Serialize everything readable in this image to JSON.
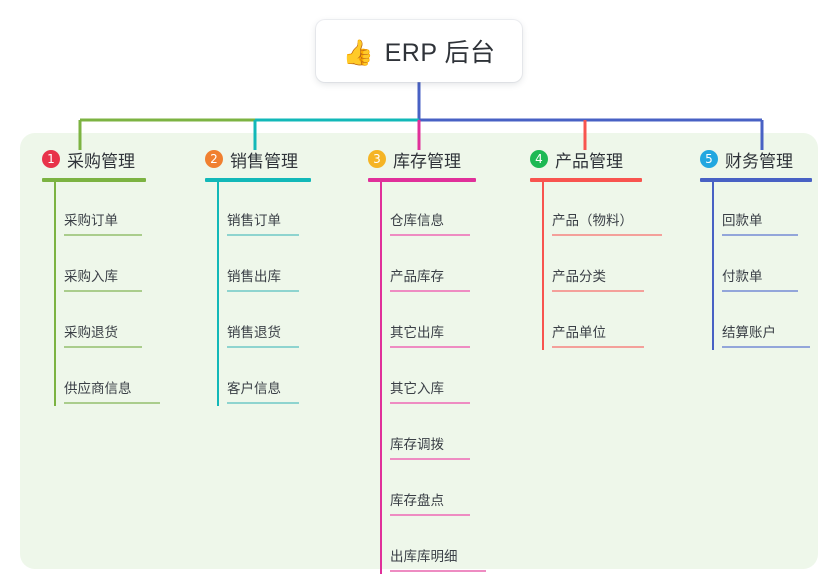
{
  "diagram": {
    "type": "tree-mindmap",
    "root": {
      "icon": "thumbs-up-icon",
      "emoji": "👍",
      "title": "ERP 后台"
    },
    "palette": {
      "canvas_bg": "#ffffff",
      "panel_bg": "#eef7ea",
      "root_bg": "#ffffff",
      "text": "#2f3339",
      "trunk": "#4861c4"
    },
    "branches": [
      {
        "number": "1",
        "title": "采购管理",
        "badge_color": "#e8334a",
        "line_color": "#7cb342",
        "leaf_line_color": "#aacd8c",
        "items": [
          "采购订单",
          "采购入库",
          "采购退货",
          "供应商信息"
        ]
      },
      {
        "number": "2",
        "title": "销售管理",
        "badge_color": "#f08030",
        "line_color": "#12b8b8",
        "leaf_line_color": "#8ed4cf",
        "items": [
          "销售订单",
          "销售出库",
          "销售退货",
          "客户信息"
        ]
      },
      {
        "number": "3",
        "title": "库存管理",
        "badge_color": "#f5b425",
        "line_color": "#e0309a",
        "leaf_line_color": "#ee8cc2",
        "items": [
          "仓库信息",
          "产品库存",
          "其它出库",
          "其它入库",
          "库存调拨",
          "库存盘点",
          "出库库明细"
        ]
      },
      {
        "number": "4",
        "title": "产品管理",
        "badge_color": "#1db954",
        "line_color": "#f8544f",
        "leaf_line_color": "#f4a09a",
        "items": [
          "产品（物料）",
          "产品分类",
          "产品单位"
        ]
      },
      {
        "number": "5",
        "title": "财务管理",
        "badge_color": "#22a7e0",
        "line_color": "#4861c4",
        "leaf_line_color": "#93a6da",
        "items": [
          "回款单",
          "付款单",
          "结算账户"
        ]
      }
    ]
  }
}
